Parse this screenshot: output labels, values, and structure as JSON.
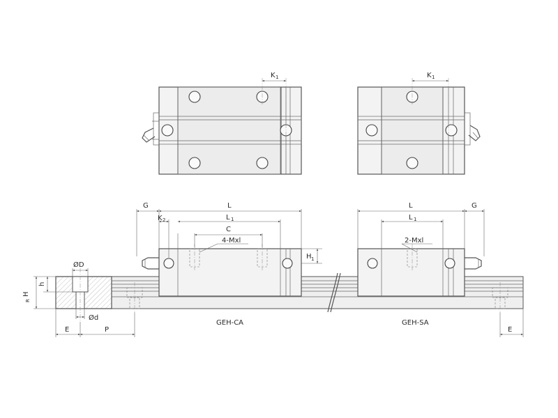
{
  "labels": {
    "k1": "K",
    "k1_sub": "1",
    "k2": "K",
    "k2_sub": "2",
    "g": "G",
    "l": "L",
    "l1": "L",
    "l1_sub": "1",
    "c": "C",
    "mxl4": "4-Mxl",
    "mxl2": "2-Mxl",
    "h1": "H",
    "h1_sub": "1",
    "hr": "H",
    "hr_sub": "R",
    "h": "h",
    "dia_d_big": "ØD",
    "dia_d_small": "Ød",
    "e": "E",
    "p": "P"
  },
  "models": {
    "ca": "GEH-CA",
    "sa": "GEH-SA"
  }
}
